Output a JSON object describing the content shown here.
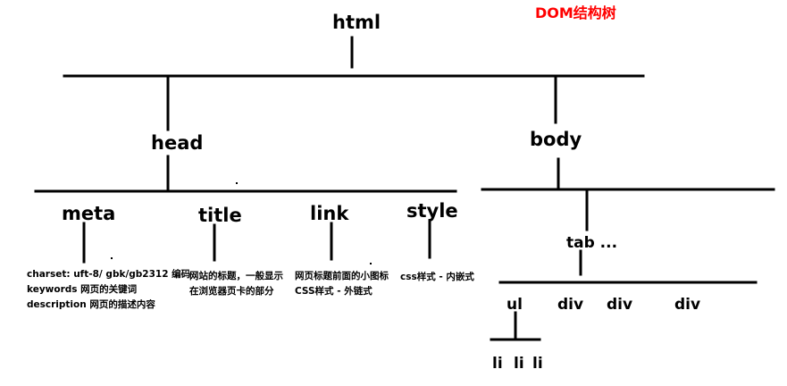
{
  "diagram": {
    "title": "DOM结构树",
    "root": "html",
    "head": "head",
    "body": "body",
    "head_children": {
      "meta": "meta",
      "title": "title",
      "link": "link",
      "style": "style"
    },
    "notes": {
      "meta": [
        "charset:  uft-8/ gbk/gb2312 编码",
        "keywords 网页的关键词",
        "description 网页的描述内容"
      ],
      "title": [
        "网站的标题，一般显示",
        "在浏览器页卡的部分"
      ],
      "link": [
        "网页标题前面的小图标",
        "CSS样式 -  外链式"
      ],
      "style": [
        "css样式 - 内嵌式"
      ]
    },
    "tab": "tab ...",
    "body_children": [
      "ul",
      "div",
      "div",
      "div"
    ],
    "li_items": [
      "li",
      "li",
      "li"
    ],
    "colors": {
      "title": "#ff0000",
      "lines": "#000000"
    }
  }
}
